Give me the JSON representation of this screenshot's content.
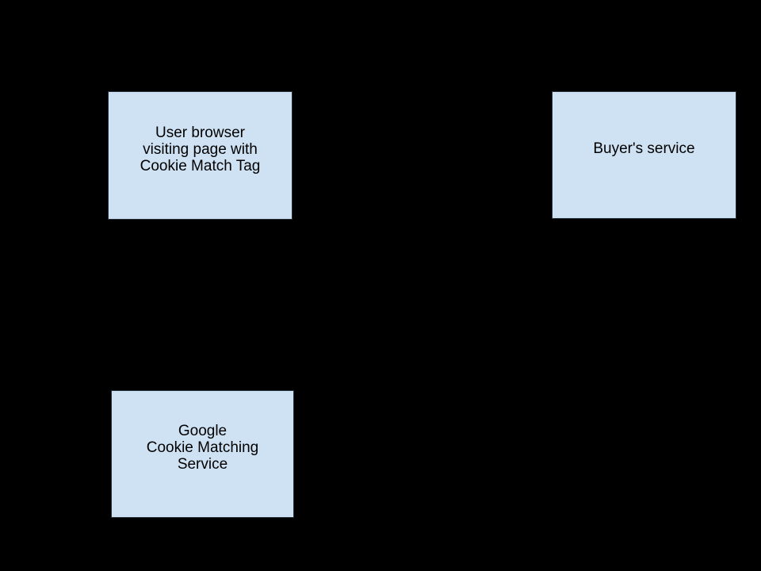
{
  "diagram": {
    "background_color": "#000000",
    "node_fill_color": "#cfe2f3",
    "node_border_color": "#26303a",
    "node_text_color": "#000000",
    "nodes": [
      {
        "id": "user-browser",
        "lines": [
          "User browser",
          "visiting page with",
          "Cookie Match Tag"
        ]
      },
      {
        "id": "buyers-service",
        "lines": [
          "Buyer's service"
        ]
      },
      {
        "id": "google-cookie-matching-service",
        "lines": [
          "Google",
          "Cookie Matching",
          "Service"
        ]
      }
    ]
  }
}
